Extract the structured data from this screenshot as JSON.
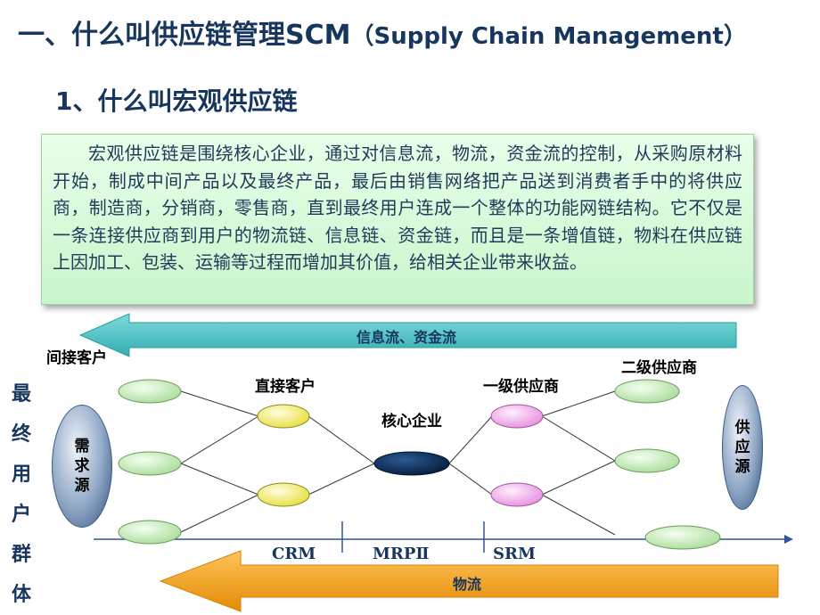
{
  "title": {
    "main_cn": "一、什么叫供应链管理SCM",
    "main_en": "（Supply Chain Management）"
  },
  "subtitle": "1、什么叫宏观供应链",
  "definition": "宏观供应链是围绕核心企业，通过对信息流，物流，资金流的控制，从采购原材料开始，制成中间产品以及最终产品，最后由销售网络把产品送到消费者手中的将供应商，制造商，分销商，零售商，直到最终用户连成一个整体的功能网链结构。它不仅是一条连接供应商到用户的物流链、信息链、资金链，而且是一条增值链，物料在供应链上因加工、包装、运输等过程而增加其价值，给相关企业带来收益。",
  "diagram": {
    "top_arrow_label": "信息流、资金流",
    "bottom_arrow_label": "物流",
    "left_vertical": "最终用户群体",
    "demand_source": "需求源",
    "supply_source": "供应源",
    "labels": {
      "indirect_customer": "间接客户",
      "direct_customer": "直接客户",
      "core_enterprise": "核心企业",
      "tier1_supplier": "一级供应商",
      "tier2_supplier": "二级供应商"
    },
    "axis": {
      "crm": "CRM",
      "mrp": "MRPⅡ",
      "srm": "SRM"
    },
    "colors": {
      "top_arrow": "#4fc2c4",
      "bottom_arrow": "#f39c12",
      "green_node": "#c8eebb",
      "yellow_node": "#f4f07a",
      "pink_node": "#f4aef0",
      "core_node": "#0b2a52",
      "connector": "#333333",
      "axis_line": "#2e5597"
    }
  }
}
